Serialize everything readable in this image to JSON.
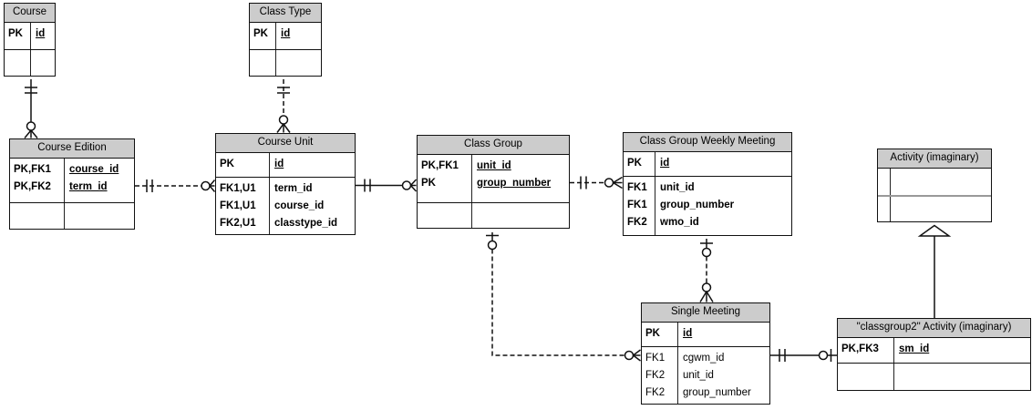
{
  "diagram": {
    "kind": "entity-relationship-diagram",
    "notation": "crow's foot",
    "colors": {
      "header_fill": "#cccccc",
      "border": "#000000",
      "background": "#ffffff",
      "inner_divider": "#999999"
    }
  },
  "entities": {
    "course": {
      "title": "Course",
      "pk_rows": [
        {
          "key": "PK",
          "name": "id"
        }
      ]
    },
    "class_type": {
      "title": "Class Type",
      "pk_rows": [
        {
          "key": "PK",
          "name": "id"
        }
      ]
    },
    "course_edition": {
      "title": "Course Edition",
      "pk_rows": [
        {
          "key": "PK,FK1",
          "name": "course_id"
        },
        {
          "key": "PK,FK2",
          "name": "term_id"
        }
      ]
    },
    "course_unit": {
      "title": "Course Unit",
      "pk_rows": [
        {
          "key": "PK",
          "name": "id"
        }
      ],
      "attr_rows": [
        {
          "key": "FK1,U1",
          "name": "term_id"
        },
        {
          "key": "FK1,U1",
          "name": "course_id"
        },
        {
          "key": "FK2,U1",
          "name": "classtype_id"
        }
      ]
    },
    "class_group": {
      "title": "Class Group",
      "pk_rows": [
        {
          "key": "PK,FK1",
          "name": "unit_id"
        },
        {
          "key": "PK",
          "name": "group_number"
        }
      ]
    },
    "class_group_weekly_meeting": {
      "title": "Class Group Weekly Meeting",
      "pk_rows": [
        {
          "key": "PK",
          "name": "id"
        }
      ],
      "attr_rows": [
        {
          "key": "FK1",
          "name": "unit_id"
        },
        {
          "key": "FK1",
          "name": "group_number"
        },
        {
          "key": "FK2",
          "name": "wmo_id"
        }
      ]
    },
    "activity": {
      "title": "Activity (imaginary)"
    },
    "single_meeting": {
      "title": "Single Meeting",
      "pk_rows": [
        {
          "key": "PK",
          "name": "id"
        }
      ],
      "attr_rows": [
        {
          "key": "FK1",
          "name": "cgwm_id"
        },
        {
          "key": "FK2",
          "name": "unit_id"
        },
        {
          "key": "FK2",
          "name": "group_number"
        }
      ]
    },
    "classgroup2_activity": {
      "title": "\"classgroup2\" Activity (imaginary)",
      "pk_rows": [
        {
          "key": "PK,FK3",
          "name": "sm_id"
        }
      ]
    }
  },
  "relationships": [
    {
      "from": "Course",
      "to": "Course Edition",
      "from_cardinality": "exactly one",
      "to_cardinality": "zero or many",
      "line": "solid"
    },
    {
      "from": "Class Type",
      "to": "Course Unit",
      "from_cardinality": "exactly one",
      "to_cardinality": "zero or many",
      "line": "dashed"
    },
    {
      "from": "Course Edition",
      "to": "Course Unit",
      "from_cardinality": "exactly one",
      "to_cardinality": "zero or many",
      "line": "dashed"
    },
    {
      "from": "Course Unit",
      "to": "Class Group",
      "from_cardinality": "exactly one",
      "to_cardinality": "zero or many",
      "line": "solid"
    },
    {
      "from": "Class Group",
      "to": "Class Group Weekly Meeting",
      "from_cardinality": "exactly one",
      "to_cardinality": "zero or many",
      "line": "dashed"
    },
    {
      "from": "Class Group",
      "to": "Single Meeting",
      "from_cardinality": "zero or one",
      "to_cardinality": "zero or many",
      "line": "dashed"
    },
    {
      "from": "Class Group Weekly Meeting",
      "to": "Single Meeting",
      "from_cardinality": "zero or one",
      "to_cardinality": "zero or many",
      "line": "dashed"
    },
    {
      "from": "Single Meeting",
      "to": "\"classgroup2\" Activity (imaginary)",
      "from_cardinality": "exactly one",
      "to_cardinality": "zero or one",
      "line": "solid"
    },
    {
      "from": "\"classgroup2\" Activity (imaginary)",
      "to": "Activity (imaginary)",
      "type": "inheritance",
      "line": "solid with hollow triangle"
    }
  ]
}
